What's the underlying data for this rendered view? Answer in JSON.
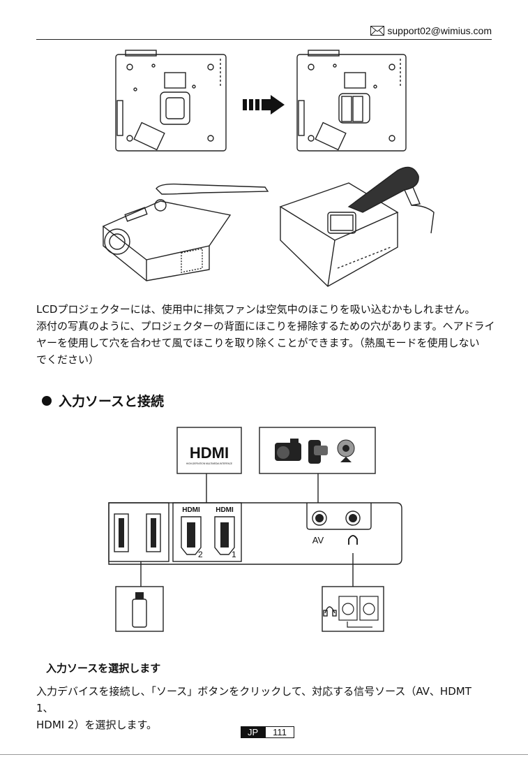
{
  "header": {
    "email": "support02@wimius.com",
    "icon": "envelope-icon"
  },
  "body_text": {
    "paragraph_lines": [
      "LCDプロジェクターには、使用中に排気ファンは空気中のほこりを吸い込むかもしれません。",
      "添付の写真のように、プロジェクターの背面にほこりを掃除するための穴があります。ヘアドライ",
      "ヤーを使用して穴を合わせて風でほこりを取り除くことができます。（熱風モードを使用しない",
      "でください）"
    ]
  },
  "section": {
    "title": "入力ソースと接続"
  },
  "diagram": {
    "hdmi_logo": "HDMI",
    "hdmi_logo_tagline": "HIGH-DEFINITION MULTIMEDIA INTERFACE",
    "port_label_hdmi_a": "HDMI",
    "port_label_hdmi_b": "HDMI",
    "port_num_2": "2",
    "port_num_1": "1",
    "av_label": "AV"
  },
  "instructions": {
    "heading": "入力ソースを選択します",
    "lines": [
      "入力デバイスを接続し、「ソース」ボタンをクリックして、対応する信号ソース（AV、HDMT　1、",
      "HDMI 2）を選択します。"
    ]
  },
  "footer": {
    "lang": "JP",
    "page": "111"
  }
}
